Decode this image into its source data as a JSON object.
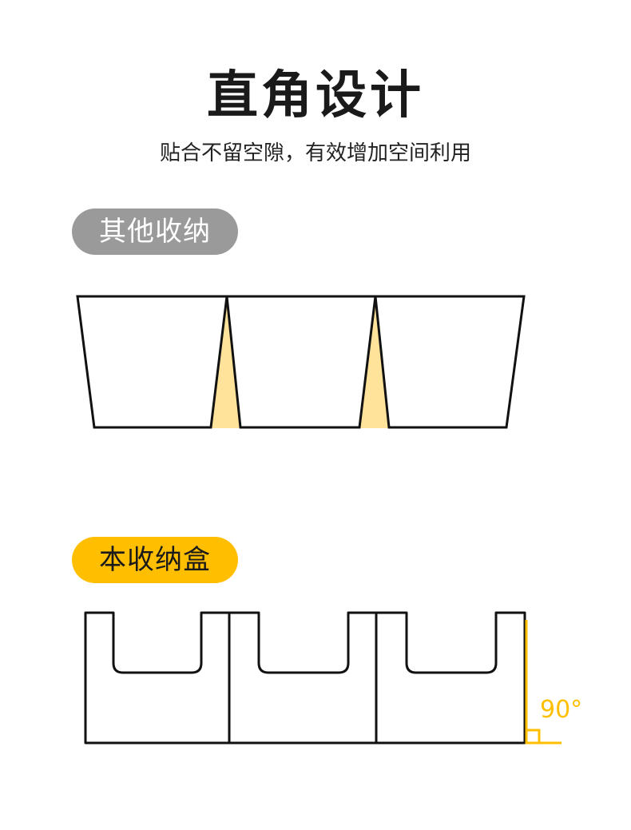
{
  "heading": {
    "title": "直角设计",
    "subtitle": "贴合不留空隙，有效增加空间利用"
  },
  "comparison": {
    "other_label": "其他收纳",
    "this_label": "本收纳盒",
    "angle_label": "90°"
  },
  "colors": {
    "accent": "#ffbf00",
    "gap_fill": "#ffe39a",
    "gray_badge": "#9a9a9a",
    "outline": "#111111"
  }
}
